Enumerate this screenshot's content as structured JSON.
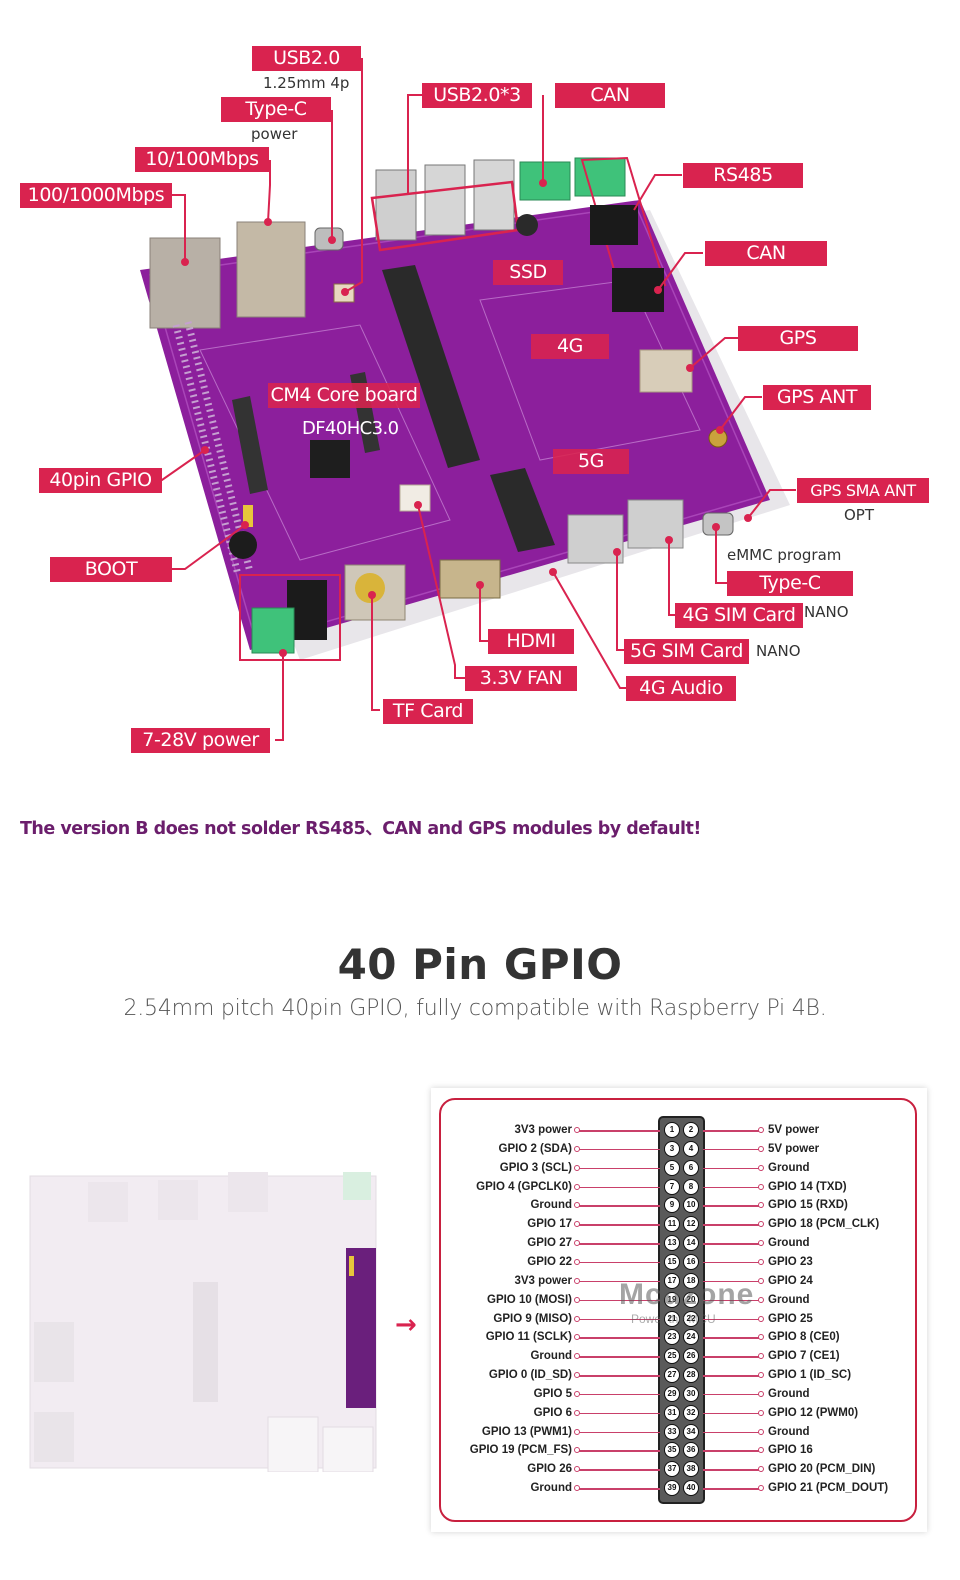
{
  "accent_color": "#d9234f",
  "board_callouts": {
    "usb20_4p": {
      "label": "USB2.0",
      "note": "1.25mm 4p"
    },
    "type_c_power": {
      "label": "Type-C",
      "note": "power"
    },
    "eth_100": {
      "label": "10/100Mbps"
    },
    "eth_1000": {
      "label": "100/1000Mbps"
    },
    "usb20_x3": {
      "label": "USB2.0*3"
    },
    "can_top": {
      "label": "CAN"
    },
    "rs485": {
      "label": "RS485"
    },
    "can_right": {
      "label": "CAN"
    },
    "gps": {
      "label": "GPS"
    },
    "gps_ant": {
      "label": "GPS ANT"
    },
    "gps_sma_ant": {
      "label": "GPS SMA ANT",
      "note": "OPT"
    },
    "type_c_emmc": {
      "label": "Type-C",
      "note": "eMMC program"
    },
    "sim_4g": {
      "label": "4G SIM Card",
      "note": "NANO"
    },
    "sim_5g": {
      "label": "5G SIM Card",
      "note": "NANO"
    },
    "audio_4g": {
      "label": "4G Audio"
    },
    "hdmi": {
      "label": "HDMI"
    },
    "fan": {
      "label": "3.3V FAN"
    },
    "tf_card": {
      "label": "TF Card"
    },
    "power_in": {
      "label": "7-28V power"
    },
    "boot": {
      "label": "BOOT"
    },
    "gpio40": {
      "label": "40pin GPIO"
    },
    "ssd": {
      "label": "SSD"
    },
    "module_4g": {
      "label": "4G"
    },
    "module_5g": {
      "label": "5G"
    },
    "cm4": {
      "label": "CM4 Core board",
      "note": "DF40HC3.0"
    }
  },
  "notice": "The version B does not solder RS485、CAN and GPS modules by default!",
  "gpio_section": {
    "title": "40 Pin GPIO",
    "subtitle": "2.54mm pitch 40pin GPIO, fully compatible with Raspberry Pi 4B.",
    "arrow": "→",
    "watermark": "Mcuzone",
    "watermark_sub": "Power the MCU",
    "pins": [
      {
        "odd": 1,
        "left": "3V3 power",
        "even": 2,
        "right": "5V power"
      },
      {
        "odd": 3,
        "left": "GPIO 2 (SDA)",
        "even": 4,
        "right": "5V power"
      },
      {
        "odd": 5,
        "left": "GPIO 3 (SCL)",
        "even": 6,
        "right": "Ground"
      },
      {
        "odd": 7,
        "left": "GPIO 4 (GPCLK0)",
        "even": 8,
        "right": "GPIO 14 (TXD)"
      },
      {
        "odd": 9,
        "left": "Ground",
        "even": 10,
        "right": "GPIO 15 (RXD)"
      },
      {
        "odd": 11,
        "left": "GPIO 17",
        "even": 12,
        "right": "GPIO 18 (PCM_CLK)"
      },
      {
        "odd": 13,
        "left": "GPIO 27",
        "even": 14,
        "right": "Ground"
      },
      {
        "odd": 15,
        "left": "GPIO 22",
        "even": 16,
        "right": "GPIO 23"
      },
      {
        "odd": 17,
        "left": "3V3 power",
        "even": 18,
        "right": "GPIO 24"
      },
      {
        "odd": 19,
        "left": "GPIO 10 (MOSI)",
        "even": 20,
        "right": "Ground"
      },
      {
        "odd": 21,
        "left": "GPIO 9 (MISO)",
        "even": 22,
        "right": "GPIO 25"
      },
      {
        "odd": 23,
        "left": "GPIO 11 (SCLK)",
        "even": 24,
        "right": "GPIO 8 (CE0)"
      },
      {
        "odd": 25,
        "left": "Ground",
        "even": 26,
        "right": "GPIO 7 (CE1)"
      },
      {
        "odd": 27,
        "left": "GPIO 0 (ID_SD)",
        "even": 28,
        "right": "GPIO 1 (ID_SC)"
      },
      {
        "odd": 29,
        "left": "GPIO 5",
        "even": 30,
        "right": "Ground"
      },
      {
        "odd": 31,
        "left": "GPIO 6",
        "even": 32,
        "right": "GPIO 12 (PWM0)"
      },
      {
        "odd": 33,
        "left": "GPIO 13 (PWM1)",
        "even": 34,
        "right": "Ground"
      },
      {
        "odd": 35,
        "left": "GPIO 19 (PCM_FS)",
        "even": 36,
        "right": "GPIO 16"
      },
      {
        "odd": 37,
        "left": "GPIO 26",
        "even": 38,
        "right": "GPIO 20 (PCM_DIN)"
      },
      {
        "odd": 39,
        "left": "Ground",
        "even": 40,
        "right": "GPIO 21 (PCM_DOUT)"
      }
    ]
  }
}
